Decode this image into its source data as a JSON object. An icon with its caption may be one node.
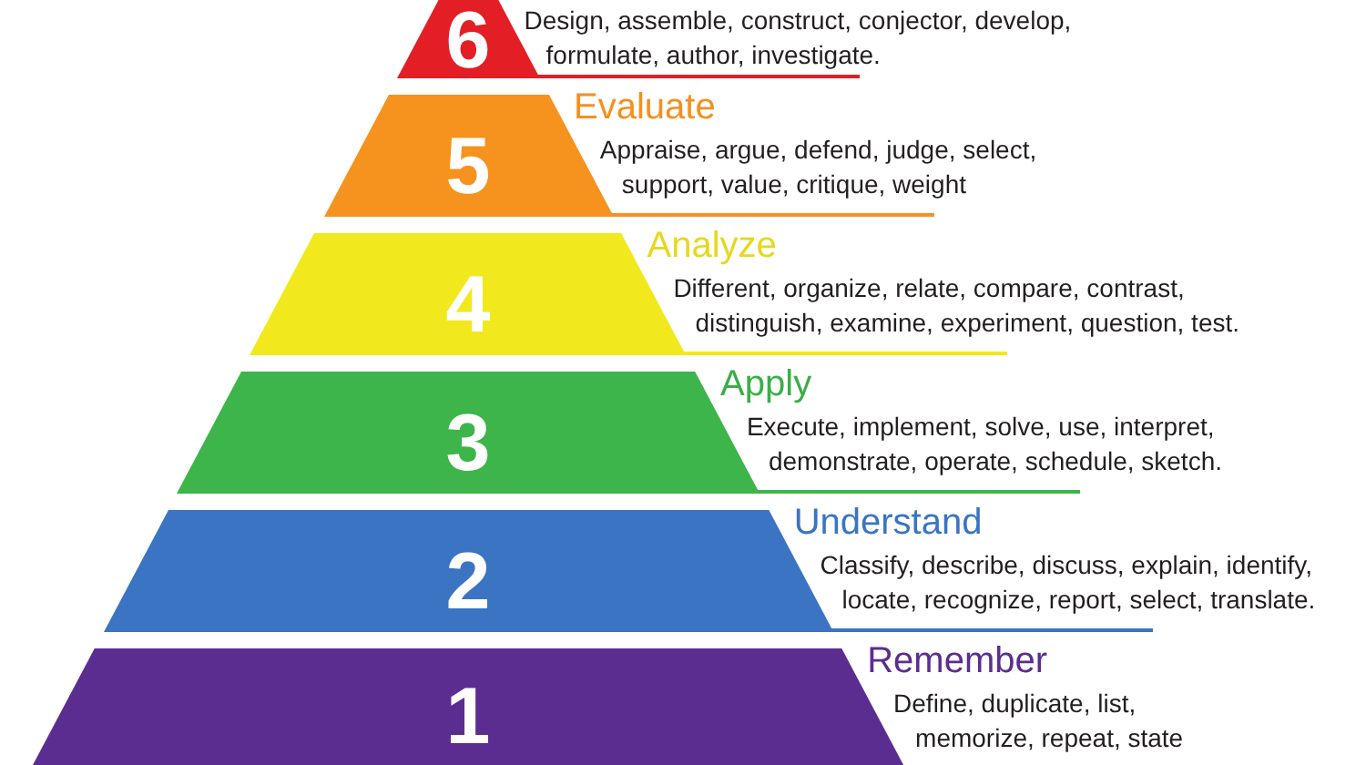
{
  "diagram": {
    "nodes": [
      {
        "text": [
          "6"
        ],
        "beside": [
          "Design, assemble, construct, conjector, develop, formulate, author, investigate."
        ]
      },
      {
        "text": [
          "5"
        ],
        "beside": [
          "Evaluate",
          "Appraise, argue, defend, judge, select, support, value, critique, weight"
        ]
      },
      {
        "text": [
          "4"
        ],
        "beside": [
          "Analyze",
          "Different, organize, relate, compare, contrast, distinguish, examine, experiment, question, test."
        ]
      },
      {
        "text": [
          "3"
        ],
        "beside": [
          "Apply",
          "Execute, implement, solve, use, interpret, demonstrate, operate, schedule, sketch."
        ]
      },
      {
        "text": [
          "2"
        ],
        "beside": [
          "Understand",
          "Classify, describe, discuss, explain, identify, locate, recognize, report, select, translate."
        ]
      },
      {
        "text": [
          "1"
        ],
        "beside": [
          "Remember",
          "Define, duplicate, list, memorize, repeat, state"
        ]
      }
    ]
  }
}
